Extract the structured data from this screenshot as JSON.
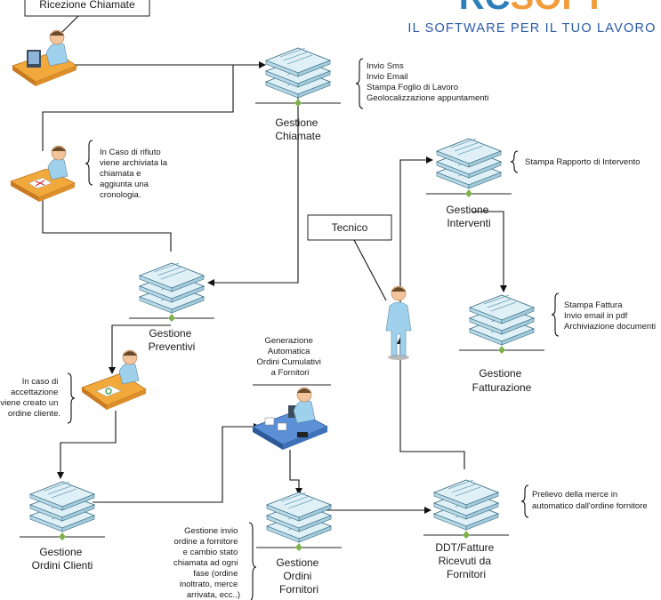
{
  "logo": {
    "name": "RCSOFT",
    "tagline": "IL SOFTWARE PER IL TUO LAVORO",
    "colors": {
      "blue": "#2c7fb8",
      "orange": "#f39c3c",
      "tagline": "#2a5aa8"
    }
  },
  "boxes": {
    "ricezione": "Ricezione Chiamate",
    "tecnico": "Tecnico"
  },
  "nodes": {
    "gestione_chiamate": [
      "Gestione",
      "Chiamate"
    ],
    "gestione_preventivi": [
      "Gestione",
      "Preventivi"
    ],
    "gestione_interventi": [
      "Gestione",
      "Interventi"
    ],
    "gestione_fatturazione": [
      "Gestione",
      "Fatturazione"
    ],
    "gestione_ordini_clienti": [
      "Gestione",
      "Ordini Clienti"
    ],
    "gestione_ordini_fornitori": [
      "Gestione",
      "Ordini",
      "Fornitori"
    ],
    "ddt_fatture": [
      "DDT/Fatture",
      "Ricevuti da",
      "Fornitori"
    ],
    "generazione": [
      "Generazione",
      "Automatica",
      "Ordini Cumulativi",
      "a Fornitori"
    ]
  },
  "notes": {
    "chiamate": [
      "Invio Sms",
      "Invio Email",
      "Stampa Foglio di Lavoro",
      "Geolocalizzazione  appuntamenti"
    ],
    "rifiuto": [
      "In Caso di rifiuto",
      "viene archiviata la",
      "chiamata e",
      "aggiunta una",
      "cronologia."
    ],
    "interventi": [
      "Stampa Rapporto di Intervento"
    ],
    "fatturazione": [
      "Stampa Fattura",
      "Invio email in pdf",
      "Archiviazione documenti"
    ],
    "accettazione": [
      "In caso di",
      "accettazione",
      "viene creato un",
      "ordine cliente."
    ],
    "prelievo": [
      "Prelievo della merce in",
      "automatico dall'ordine fornitore"
    ],
    "gestione_invio": [
      "Gestione invio",
      "ordine a fornitore",
      "e cambio stato",
      "chiamata ad ogni",
      "fase (ordine",
      "inoltrato, merce",
      "arrivata, ecc..)"
    ]
  },
  "colors": {
    "doc_fill": "#dff0f7",
    "doc_stroke": "#3b6f85",
    "doc_lines": "#6fa3b8",
    "diamond": "#7fb04a",
    "person_skin": "#f1c49b",
    "person_shirt": "#9fd0ec",
    "desk": "#f2a93b",
    "blue_desk": "#5b8fd6"
  }
}
